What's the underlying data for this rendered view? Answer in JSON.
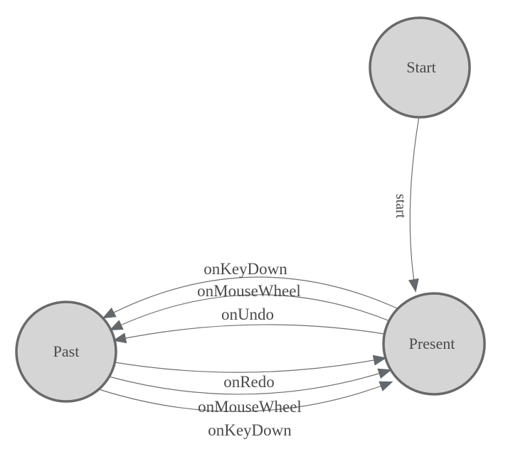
{
  "diagram": {
    "type": "state-machine",
    "nodes": {
      "start": {
        "label": "Start"
      },
      "past": {
        "label": "Past"
      },
      "present": {
        "label": "Present"
      }
    },
    "edges": {
      "start_to_present": {
        "from": "Start",
        "to": "Present",
        "label": "start"
      },
      "present_to_past": [
        {
          "from": "Present",
          "to": "Past",
          "label": "onKeyDown"
        },
        {
          "from": "Present",
          "to": "Past",
          "label": "onMouseWheel"
        },
        {
          "from": "Present",
          "to": "Past",
          "label": "onUndo"
        }
      ],
      "past_to_present": [
        {
          "from": "Past",
          "to": "Present",
          "label": "onRedo"
        },
        {
          "from": "Past",
          "to": "Present",
          "label": "onMouseWheel"
        },
        {
          "from": "Past",
          "to": "Present",
          "label": "onKeyDown"
        }
      ]
    },
    "colors": {
      "background": "#ffffff",
      "node_fill": "#d5d5d5",
      "node_border": "#696969",
      "edge_line": "#6f6f6f",
      "arrowhead": "#64686b",
      "label_text": "#4a4a4a"
    }
  }
}
